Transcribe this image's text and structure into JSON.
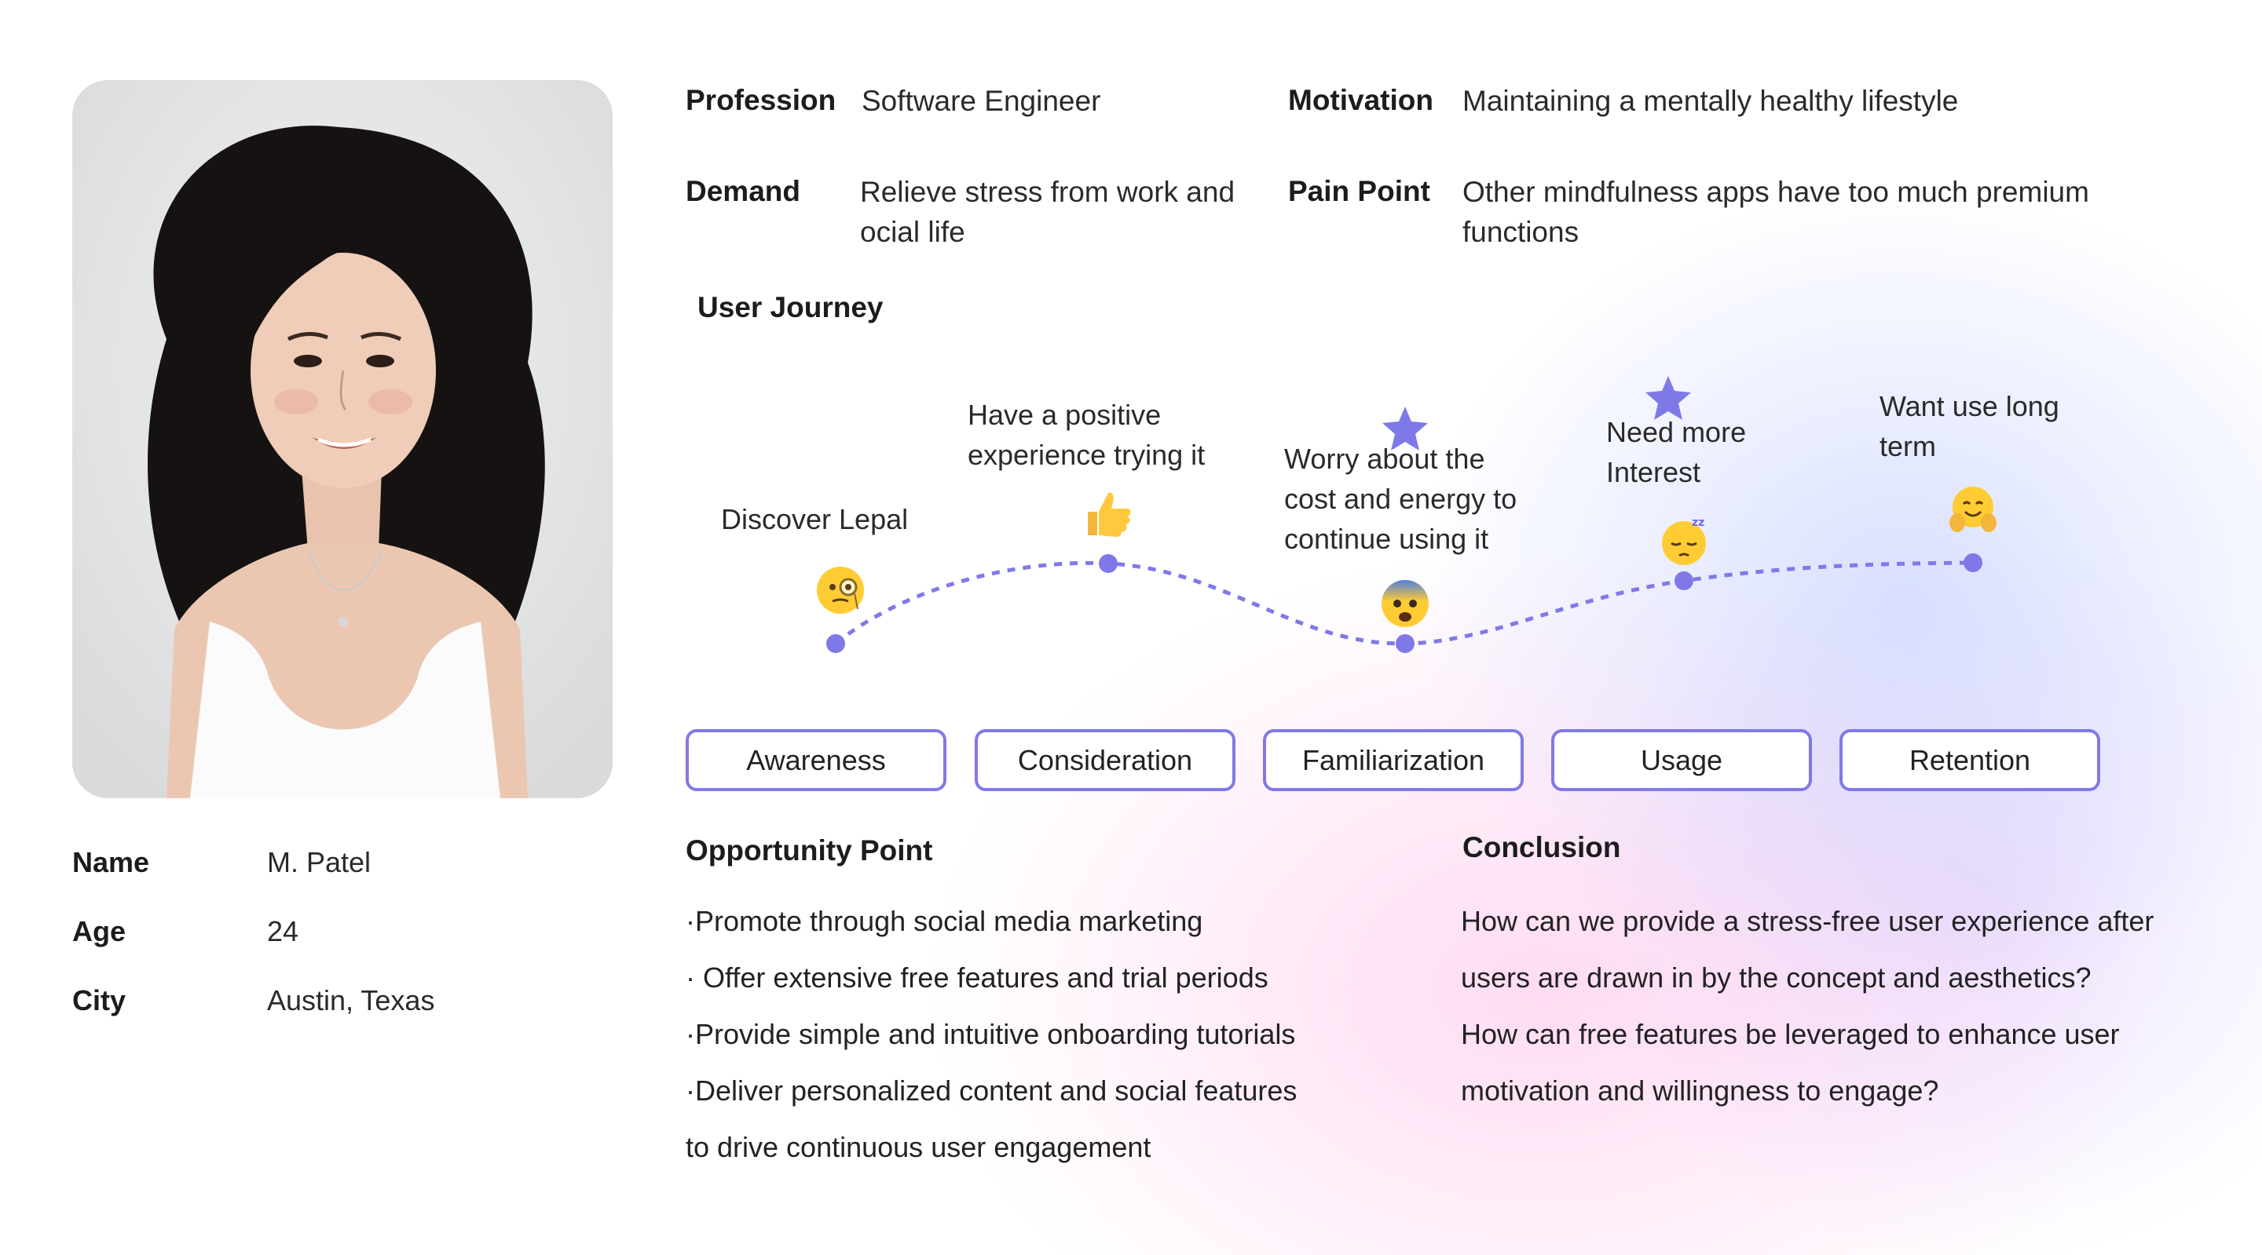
{
  "colors": {
    "accent": "#7f79e8",
    "point": "#7f79e8",
    "text": "#1c1c1c"
  },
  "persona": {
    "photo_alt": "portrait photo",
    "name_label": "Name",
    "name": "M. Patel",
    "age_label": "Age",
    "age": "24",
    "city_label": "City",
    "city": "Austin, Texas"
  },
  "profile": {
    "profession_label": "Profession",
    "profession": "Software Engineer",
    "motivation_label": "Motivation",
    "motivation": "Maintaining a mentally healthy lifestyle",
    "demand_label": "Demand",
    "demand_line1": "Relieve stress from work and",
    "demand_line2": "ocial life",
    "pain_point_label": "Pain Point",
    "pain_point_line1": "Other mindfulness apps have too much premium",
    "pain_point_line2": "functions"
  },
  "journey": {
    "title": "User Journey",
    "points": [
      {
        "label_lines": [
          "Discover Lepal"
        ],
        "emoji_icon": "monocle-face-icon",
        "starred": false
      },
      {
        "label_lines": [
          "Have a positive",
          "experience trying it"
        ],
        "emoji_icon": "thumbs-up-icon",
        "starred": false
      },
      {
        "label_lines": [
          "Worry about the",
          "cost and energy to",
          "continue using it"
        ],
        "emoji_icon": "anxious-face-icon",
        "starred": true
      },
      {
        "label_lines": [
          "Need more",
          "Interest"
        ],
        "emoji_icon": "sleepy-face-icon",
        "starred": true
      },
      {
        "label_lines": [
          "Want use long",
          "term"
        ],
        "emoji_icon": "hugging-face-icon",
        "starred": false
      }
    ],
    "stages": [
      "Awareness",
      "Consideration",
      "Familiarization",
      "Usage",
      "Retention"
    ]
  },
  "opportunity": {
    "title": "Opportunity Point",
    "lines": [
      "·Promote through social media marketing",
      "· Offer extensive free features and trial periods",
      "·Provide simple and intuitive onboarding tutorials",
      "·Deliver personalized content and social features",
      "to drive continuous user engagement"
    ]
  },
  "conclusion": {
    "title": "Conclusion",
    "lines": [
      "How can we provide a stress-free user experience after",
      "users are drawn in by the concept and aesthetics?",
      "How can free features be leveraged to enhance user",
      "motivation and willingness to engage?"
    ]
  }
}
